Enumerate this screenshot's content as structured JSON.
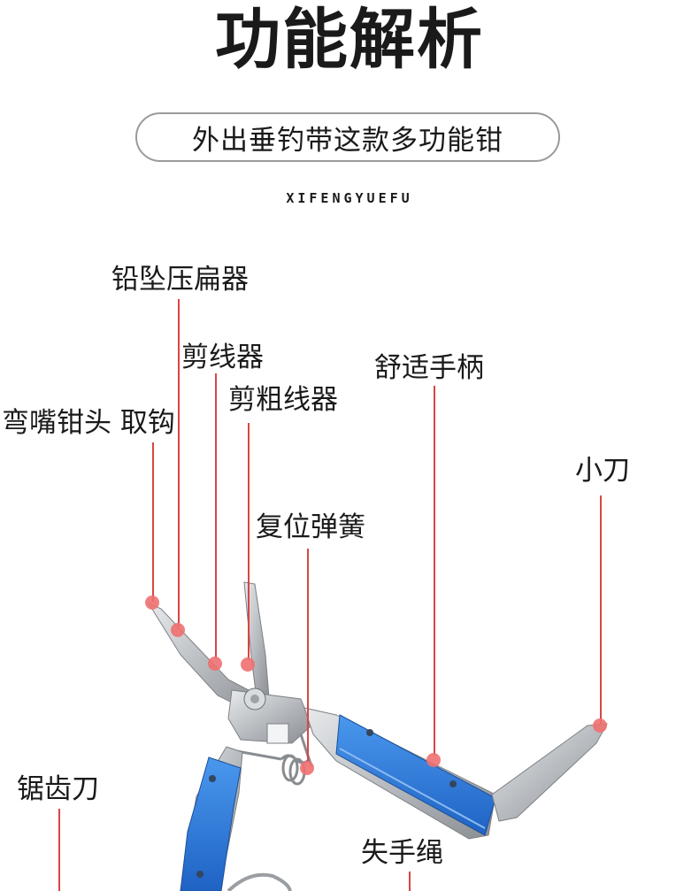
{
  "header": {
    "title": "功能解析",
    "subtitle": "外出垂钓带这款多功能钳",
    "brand": "XIFENGYUEFU"
  },
  "callouts": [
    {
      "id": "sinker",
      "label": "铅坠压扁器"
    },
    {
      "id": "wire-cutter",
      "label": "剪线器"
    },
    {
      "id": "comfort-handle",
      "label": "舒适手柄"
    },
    {
      "id": "thick-wire-cutter",
      "label": "剪粗线器"
    },
    {
      "id": "bent-nose",
      "label": "弯嘴钳头 取钩"
    },
    {
      "id": "knife",
      "label": "小刀"
    },
    {
      "id": "spring",
      "label": "复位弹簧"
    },
    {
      "id": "saw",
      "label": "锯齿刀"
    },
    {
      "id": "lanyard",
      "label": "失手绳"
    }
  ],
  "colors": {
    "handle": "#2f7fe0",
    "steel": "#c8ccd0",
    "callout_line": "#d94545",
    "dot": "#f07070"
  }
}
